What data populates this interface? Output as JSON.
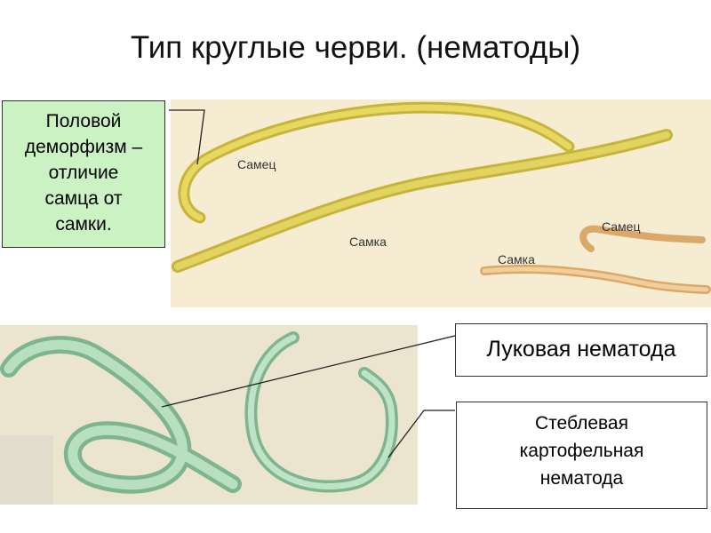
{
  "title": "Тип круглые черви. (нематоды)",
  "callouts": {
    "dimorphism": [
      "Половой",
      "деморфизм –",
      "отличие",
      "самца от",
      "самки."
    ],
    "onion": "Луковая нематода",
    "stem": [
      "Стеблевая",
      "картофельная",
      "нематода"
    ]
  },
  "figure_labels": {
    "male_large": "Самец",
    "female_large": "Самка",
    "male_small": "Самец",
    "female_small": "Самка"
  },
  "colors": {
    "callout_green": "#cbf2c2",
    "worm_yellow": "#dcc94a",
    "worm_orange": "#e8b878",
    "worm_green": "#9fd2a8",
    "panel_top": "#f6ecd2",
    "panel_bottom": "#ebe5cf"
  }
}
